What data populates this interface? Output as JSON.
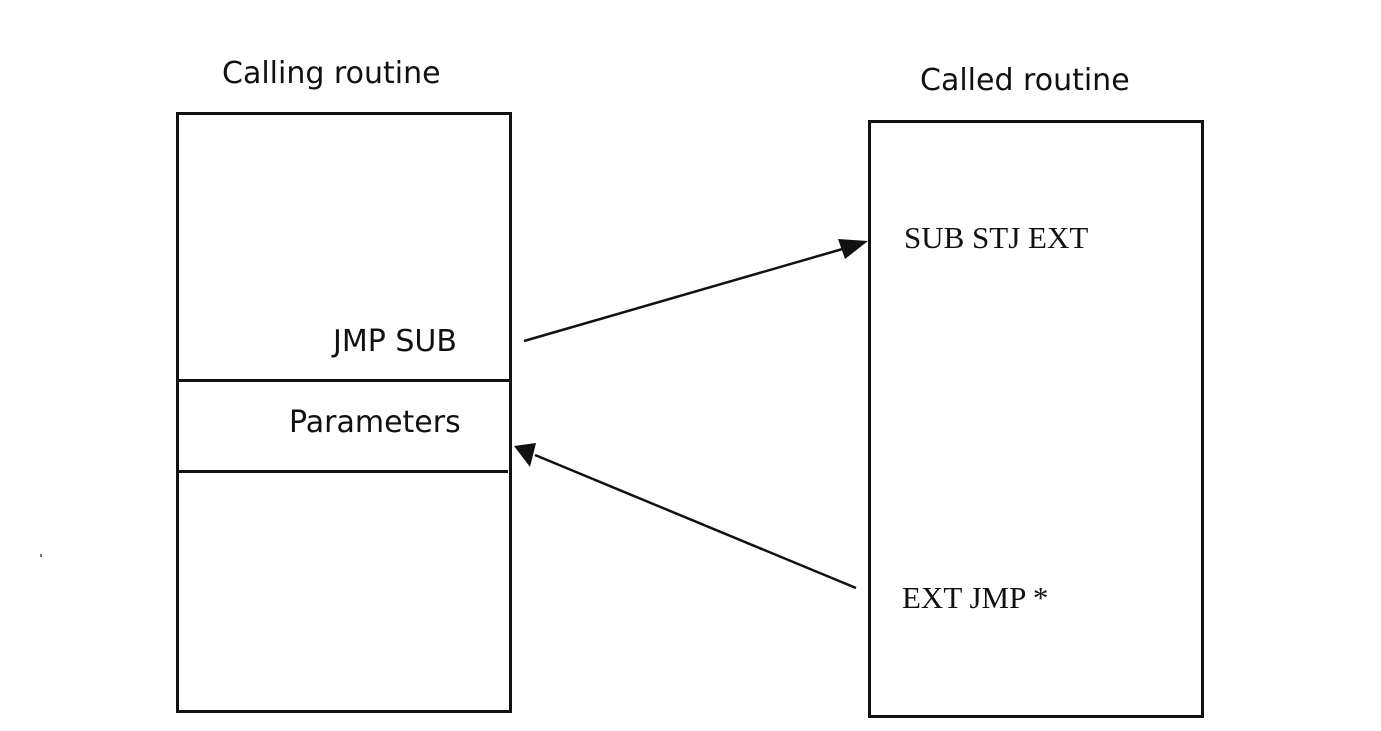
{
  "headings": {
    "calling": "Calling routine",
    "called": "Called routine"
  },
  "calling_routine": {
    "instruction": "JMP SUB",
    "parameters": "Parameters"
  },
  "called_routine": {
    "entry": "SUB STJ EXT",
    "exit": "EXT JMP *"
  },
  "colors": {
    "ink": "#111111",
    "background": "#ffffff"
  }
}
